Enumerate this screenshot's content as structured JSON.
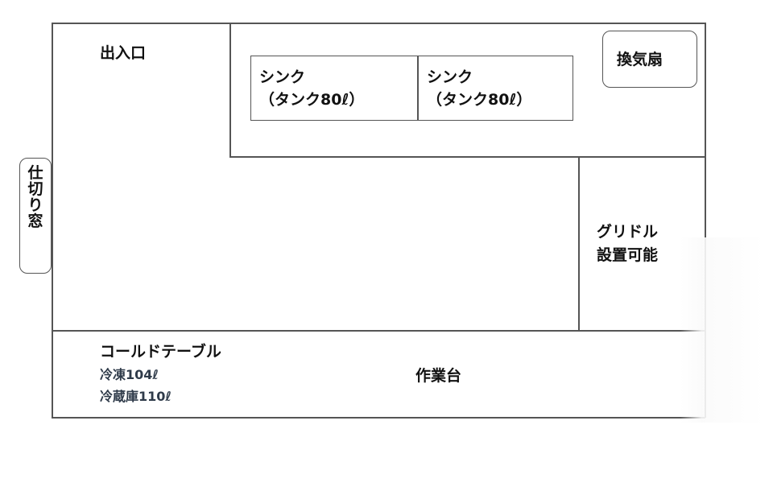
{
  "plan": {
    "entrance": "出入口",
    "sink_left_line1": "シンク",
    "sink_left_line2": "（タンク80ℓ）",
    "sink_right_line1": "シンク",
    "sink_right_line2": "（タンク80ℓ）",
    "vent": "換気扇",
    "partition_window": "仕\n切\nり\n窓",
    "griddle_line1": "グリドル",
    "griddle_line2": "設置可能",
    "cold_table": "コールドテーブル",
    "freezer": "冷凍104ℓ",
    "fridge": "冷蔵庫110ℓ",
    "worktable": "作業台"
  },
  "colors": {
    "line": "#555555",
    "text": "#111111",
    "secondary_text": "#2f3b4a",
    "background": "#ffffff"
  }
}
